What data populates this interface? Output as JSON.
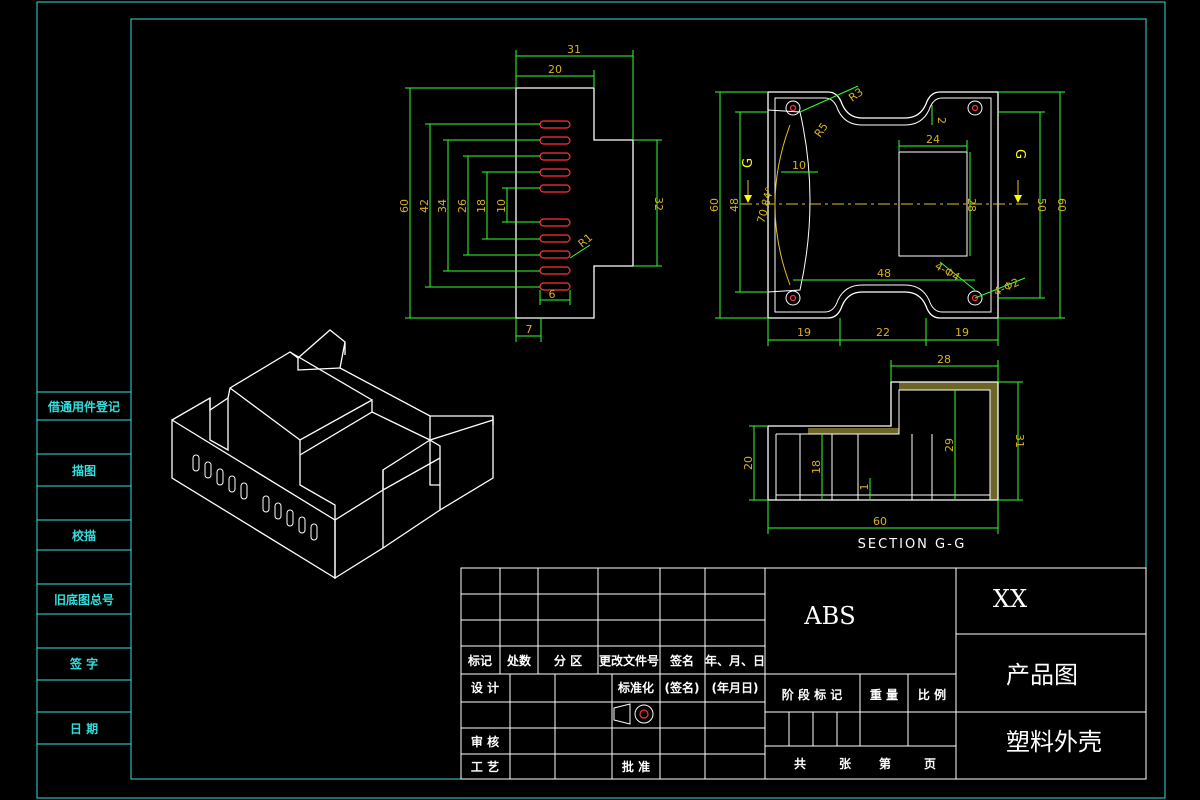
{
  "side_panel": {
    "labels": [
      "借通用件登记",
      "描图",
      "校描",
      "旧底图总号",
      "签 字",
      "日 期"
    ]
  },
  "dims": {
    "top_w31": "31",
    "top_w20": "20",
    "left_h60": "60",
    "h42": "42",
    "h34": "34",
    "h26": "26",
    "h18": "18",
    "h10": "10",
    "h32": "32",
    "r1": "R1",
    "w6": "6",
    "w7": "7",
    "r3": "R3",
    "r5": "R5",
    "d2": "2",
    "w24": "24",
    "w10": "10",
    "h48": "48",
    "ang": "70.84°",
    "h28": "28",
    "h50": "50",
    "h60r": "60",
    "w48": "48",
    "phi4": "4-Φ4",
    "phi2": "4-Φ2",
    "b19a": "19",
    "b22": "22",
    "b19b": "19",
    "g_left": "G",
    "g_right": "G",
    "s_w28": "28",
    "s_h20": "20",
    "s_h18": "18",
    "s_h29": "29",
    "s_h31": "31",
    "s_d1": "1",
    "s_w60": "60",
    "section": "SECTION G-G"
  },
  "title_block": {
    "material": "ABS",
    "company": "XX",
    "drawing_type": "产品图",
    "part_name": "塑料外壳",
    "rev_headers": [
      "标记",
      "处数",
      "分 区",
      "更改文件号",
      "签名",
      "年、月、日"
    ],
    "design": "设 计",
    "standard": "标准化",
    "sign": "(签名)",
    "date": "(年月日)",
    "stage": "阶 段 标 记",
    "weight": "重 量",
    "scale": "比 例",
    "check": "审 核",
    "process": "工 艺",
    "approve": "批 准",
    "sheet_total": "共",
    "sheet": "张",
    "nth": "第",
    "page": "页"
  }
}
